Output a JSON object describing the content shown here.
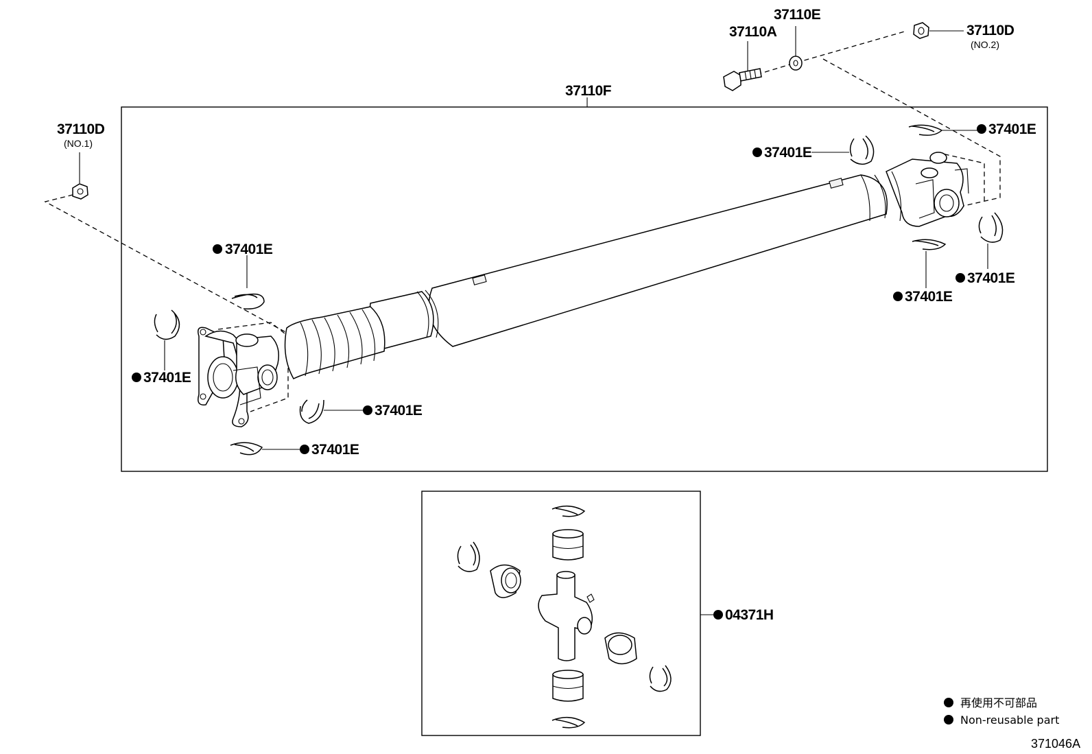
{
  "labels": {
    "bolt_a": "37110A",
    "washer_e": "37110E",
    "nut_d": "37110D",
    "nut_d_no2": "(NO.2)",
    "nut_d_no1": "(NO.1)",
    "shaft_assy": "37110F",
    "snap_ring": "37401E",
    "spider_kit": "04371H"
  },
  "legend": {
    "non_reusable_jp": "再使用不可部品",
    "non_reusable_en": "Non-reusable part"
  },
  "illustration_code": "371046A"
}
